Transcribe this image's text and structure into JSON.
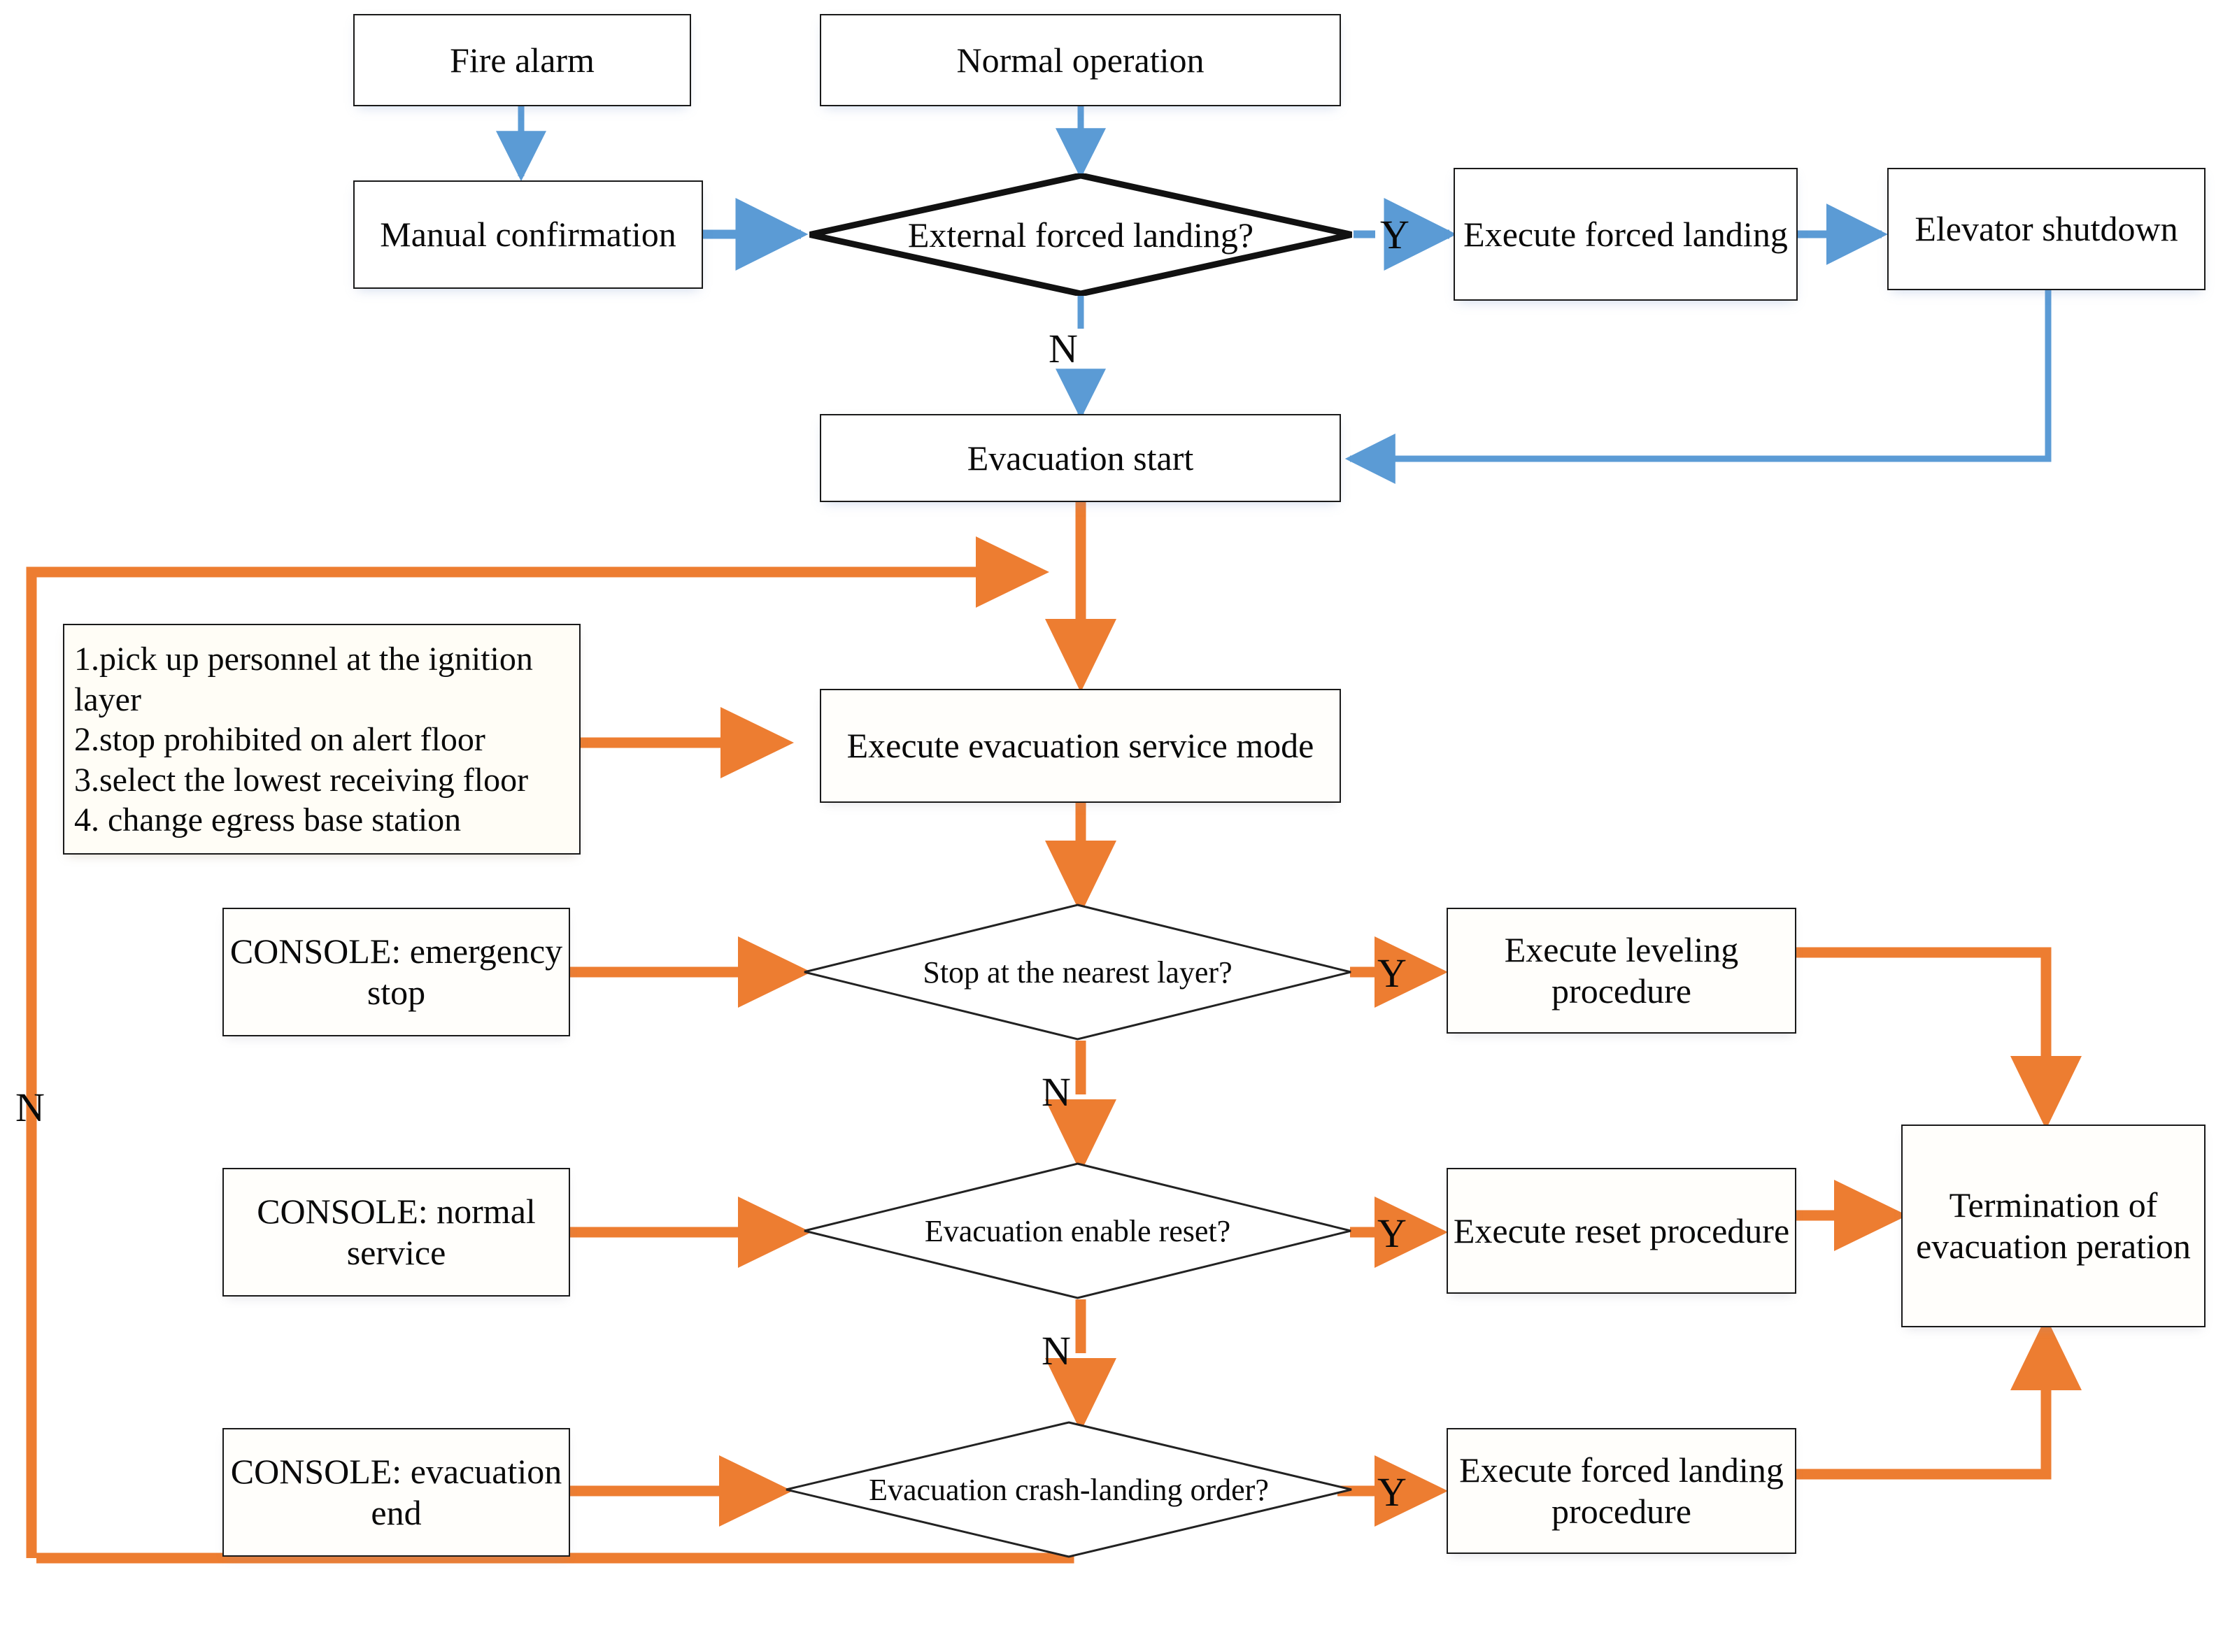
{
  "diagram": {
    "title": "Elevator fire evacuation control flowchart",
    "colors": {
      "blue_connector": "#5B9BD5",
      "orange_connector": "#ED7D31",
      "box_border": "#1a1a1a",
      "text": "#0a0a0a",
      "background": "#ffffff"
    }
  },
  "nodes": {
    "fire_alarm": {
      "label": "Fire alarm"
    },
    "normal_operation": {
      "label": "Normal operation"
    },
    "manual_confirmation": {
      "label": "Manual confirmation"
    },
    "external_forced_landing": {
      "label": "External forced landing?"
    },
    "execute_forced_landing": {
      "label": "Execute forced landing"
    },
    "elevator_shutdown": {
      "label": "Elevator shutdown"
    },
    "evacuation_start": {
      "label": "Evacuation start"
    },
    "execute_evacuation_service_mode": {
      "label": "Execute evacuation service mode"
    },
    "stop_nearest_layer": {
      "label": "Stop at the nearest layer?"
    },
    "evacuation_enable_reset": {
      "label": "Evacuation enable reset?"
    },
    "evacuation_crash_landing_order": {
      "label": "Evacuation crash-landing order?"
    },
    "execute_leveling_procedure": {
      "label": "Execute leveling procedure"
    },
    "execute_reset_procedure": {
      "label": "Execute reset procedure"
    },
    "execute_forced_landing_procedure": {
      "label": "Execute forced landing procedure"
    },
    "termination": {
      "label": "Termination of evacuation peration"
    },
    "console_emergency_stop": {
      "label": "CONSOLE: emergency stop"
    },
    "console_normal_service": {
      "label": "CONSOLE: normal service"
    },
    "console_evacuation_end": {
      "label": "CONSOLE: evacuation end"
    }
  },
  "service_mode_notes": {
    "lines": [
      "1.pick up personnel at the ignition",
      "layer",
      "2.stop prohibited on alert floor",
      "3.select the lowest receiving floor",
      "4. change egress base station"
    ]
  },
  "edge_labels": {
    "forced_landing_yes": "Y",
    "forced_landing_no": "N",
    "stop_nearest_yes": "Y",
    "stop_nearest_no": "N",
    "enable_reset_yes": "Y",
    "enable_reset_no": "N",
    "crash_landing_yes": "Y",
    "crash_landing_no": "N"
  }
}
